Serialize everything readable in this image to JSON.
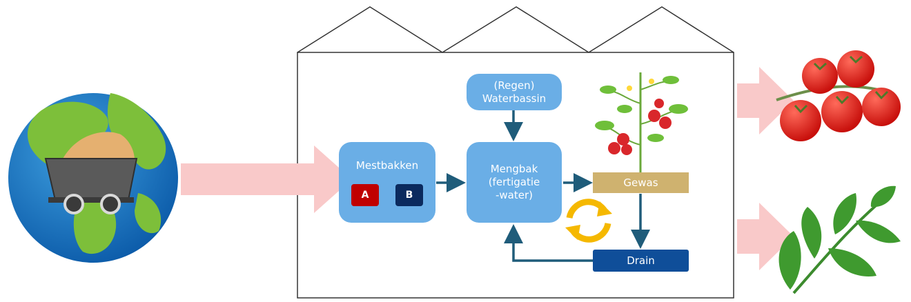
{
  "waterbassin": {
    "label": "(Regen)\nWaterbassin"
  },
  "mestbakken": {
    "label": "Mestbakken",
    "tank_a": "A",
    "tank_b": "B"
  },
  "mengbak": {
    "label": "Mengbak\n(fertigatie\n-water)"
  },
  "gewas": {
    "label": "Gewas"
  },
  "drain": {
    "label": "Drain"
  },
  "colors": {
    "box_blue": "#6aaee6",
    "arrow_teal": "#1f5c7a",
    "tank_a_red": "#c00000",
    "tank_b_navy": "#0b2a5e",
    "gewas_tan": "#cfb26f",
    "drain_blue": "#0f4e99",
    "flow_arrow_pink": "#f9c9c9",
    "recycle_yellow": "#f5b800"
  }
}
